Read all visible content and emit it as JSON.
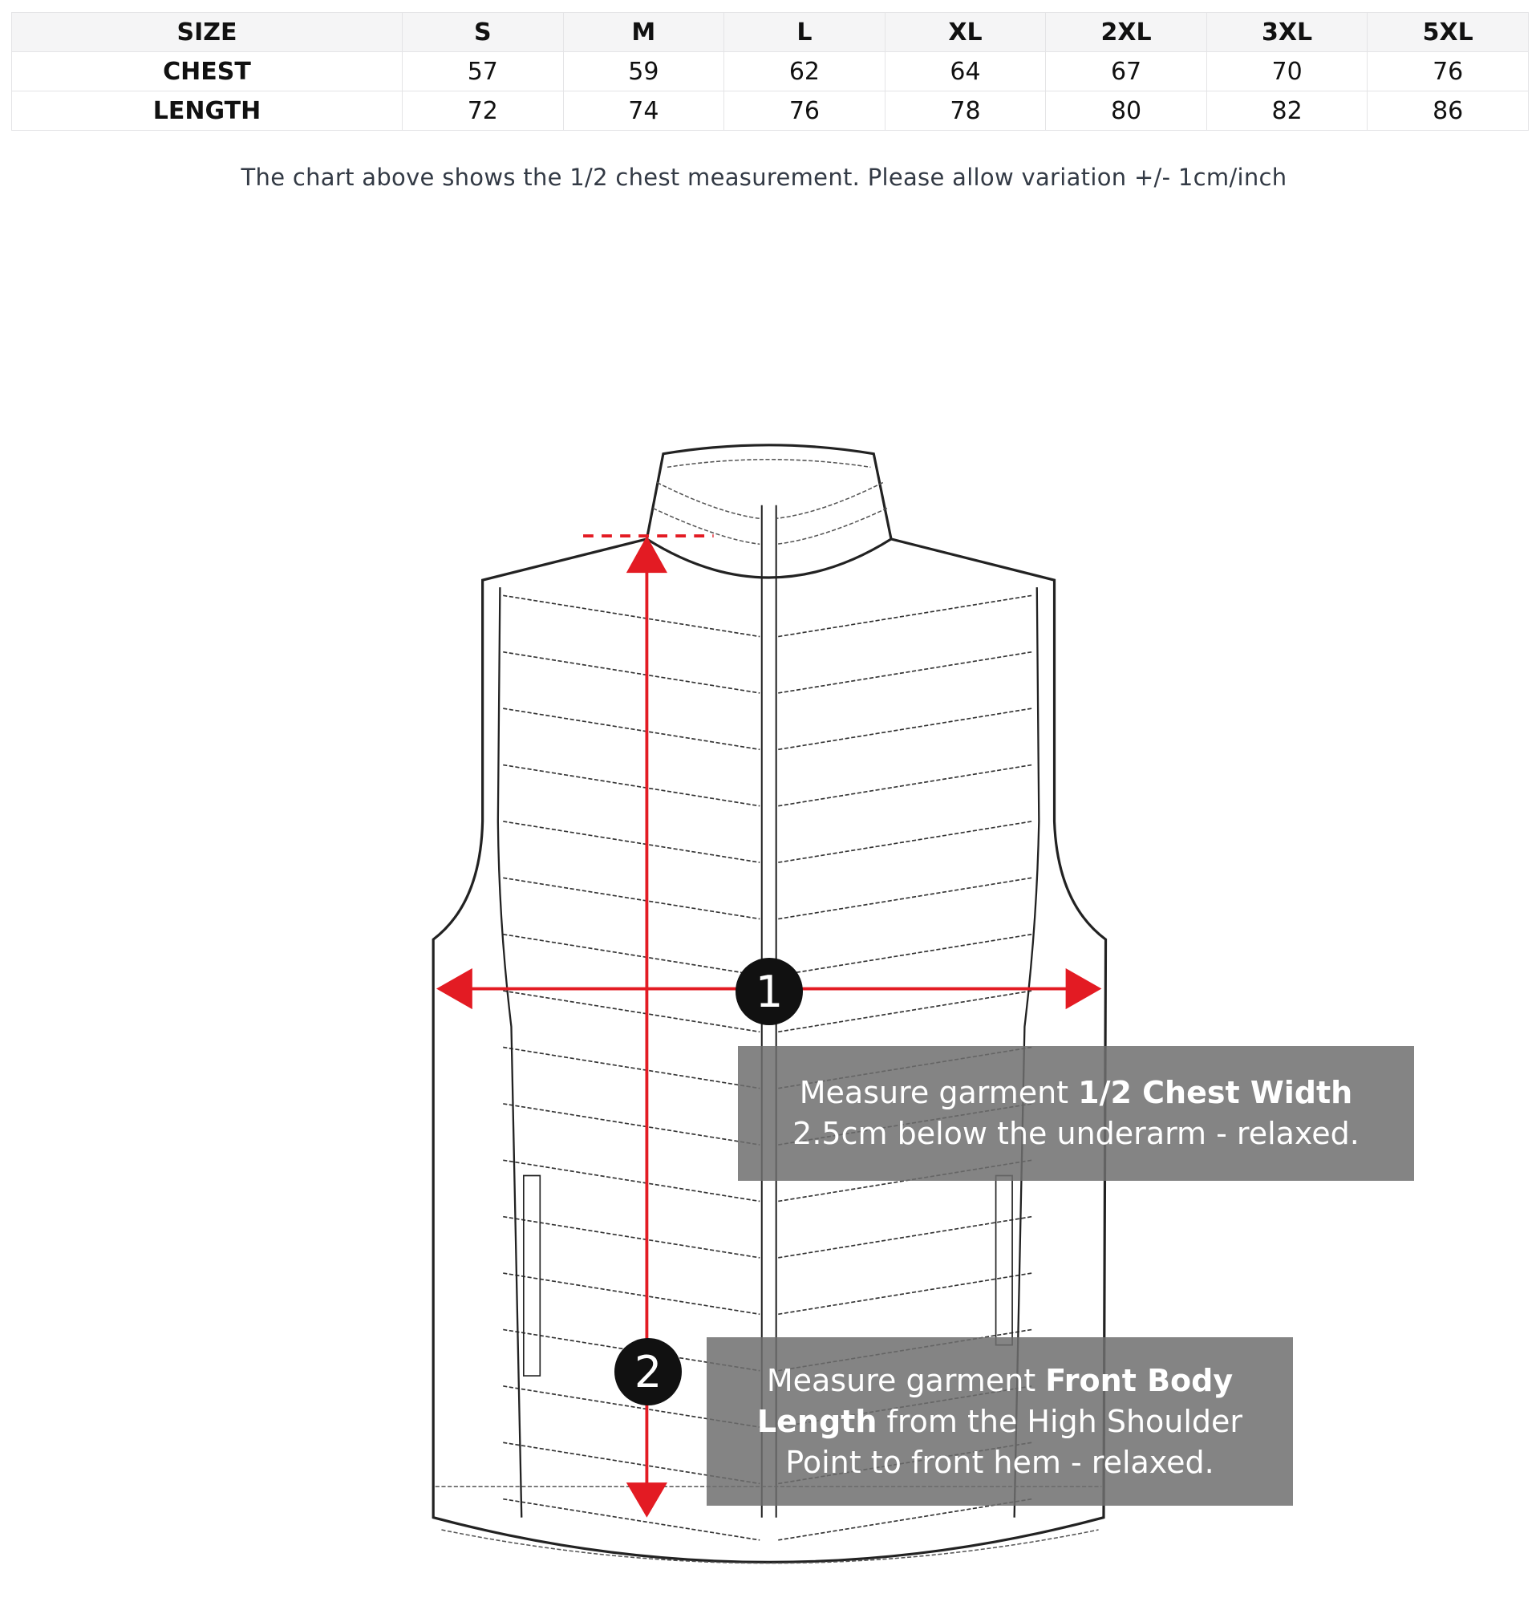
{
  "size_table": {
    "header": [
      "SIZE",
      "S",
      "M",
      "L",
      "XL",
      "2XL",
      "3XL",
      "5XL"
    ],
    "rows": [
      [
        "CHEST",
        "57",
        "59",
        "62",
        "64",
        "67",
        "70",
        "76"
      ],
      [
        "LENGTH",
        "72",
        "74",
        "76",
        "78",
        "80",
        "82",
        "86"
      ]
    ]
  },
  "note": "The chart above shows the 1/2 chest measurement. Please allow variation +/- 1cm/inch",
  "measure_1": {
    "number": "1",
    "text_prefix": "Measure garment ",
    "text_bold": "1/2 Chest Width",
    "text_line2": "2.5cm below the underarm - relaxed."
  },
  "measure_2": {
    "number": "2",
    "text_prefix": "Measure garment ",
    "text_bold": "Front Body Length",
    "text_suffix": " from the High Shoulder Point to front hem - relaxed."
  },
  "colors": {
    "accent_red": "#e31b23",
    "box_gray": "#6e6e6e"
  }
}
